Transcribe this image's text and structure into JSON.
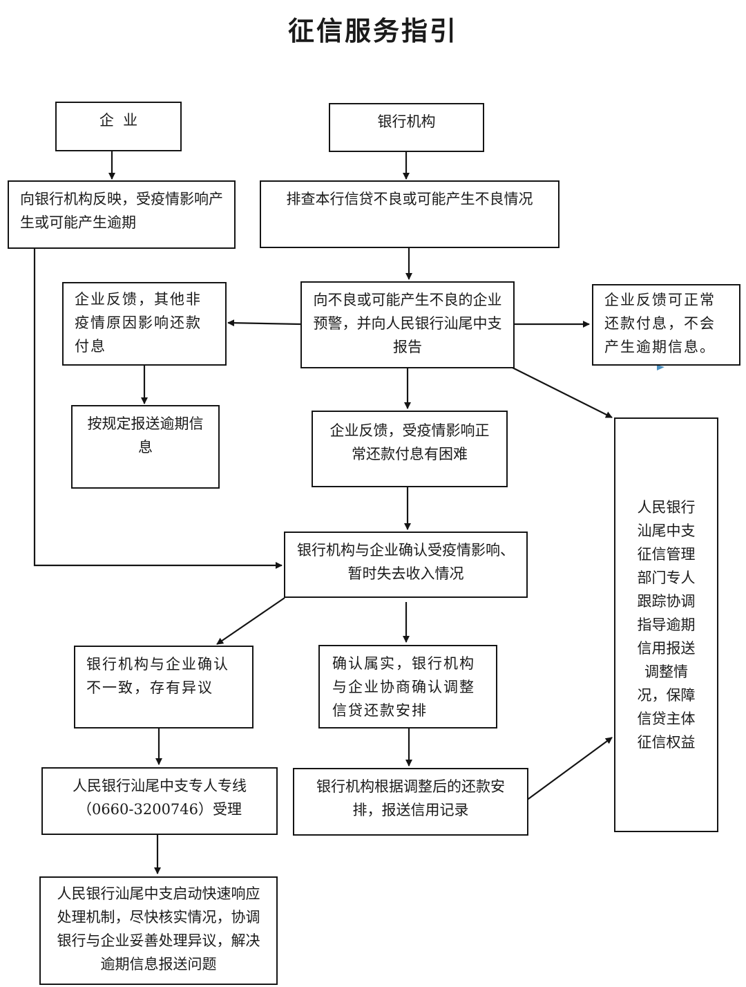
{
  "title": "征信服务指引",
  "boxes": {
    "enterprise": "企  业",
    "bank": "银行机构",
    "report_overdue": "向银行机构反映，受疫情影响产生或可能产生逾期",
    "bank_check": "排查本行信贷不良或可能产生不良情况",
    "other_reason": "企业反馈，其他非疫情原因影响还款付息",
    "warn": "向不良或可能产生不良的企业预警，并向人民银行汕尾中支报告",
    "normal_pay": "企业反馈可正常还款付息，不会产生逾期信息。",
    "report_as_rule": "按规定报送逾期信息",
    "covid_difficulty": "企业反馈，受疫情影响正常还款付息有困难",
    "pboc_dept": "人民银行汕尾中支征信管理部门专人跟踪协调指导逾期信用报送调整情况，保障信贷主体征信权益",
    "confirm": "银行机构与企业确认受疫情影响、暂时失去收入情况",
    "dispute": "银行机构与企业确认不一致，存有异议",
    "verified": "确认属实，银行机构与企业协商确认调整信贷还款安排",
    "hotline_1": "人民银行汕尾中支专人专线",
    "hotline_2": "（0660-3200746）受理",
    "report_credit": "银行机构根据调整后的还款安排，报送信用记录",
    "fast_response": "人民银行汕尾中支启动快速响应处理机制，尽快核实情况，协调银行与企业妥善处理异议，解决逾期信息报送问题"
  }
}
